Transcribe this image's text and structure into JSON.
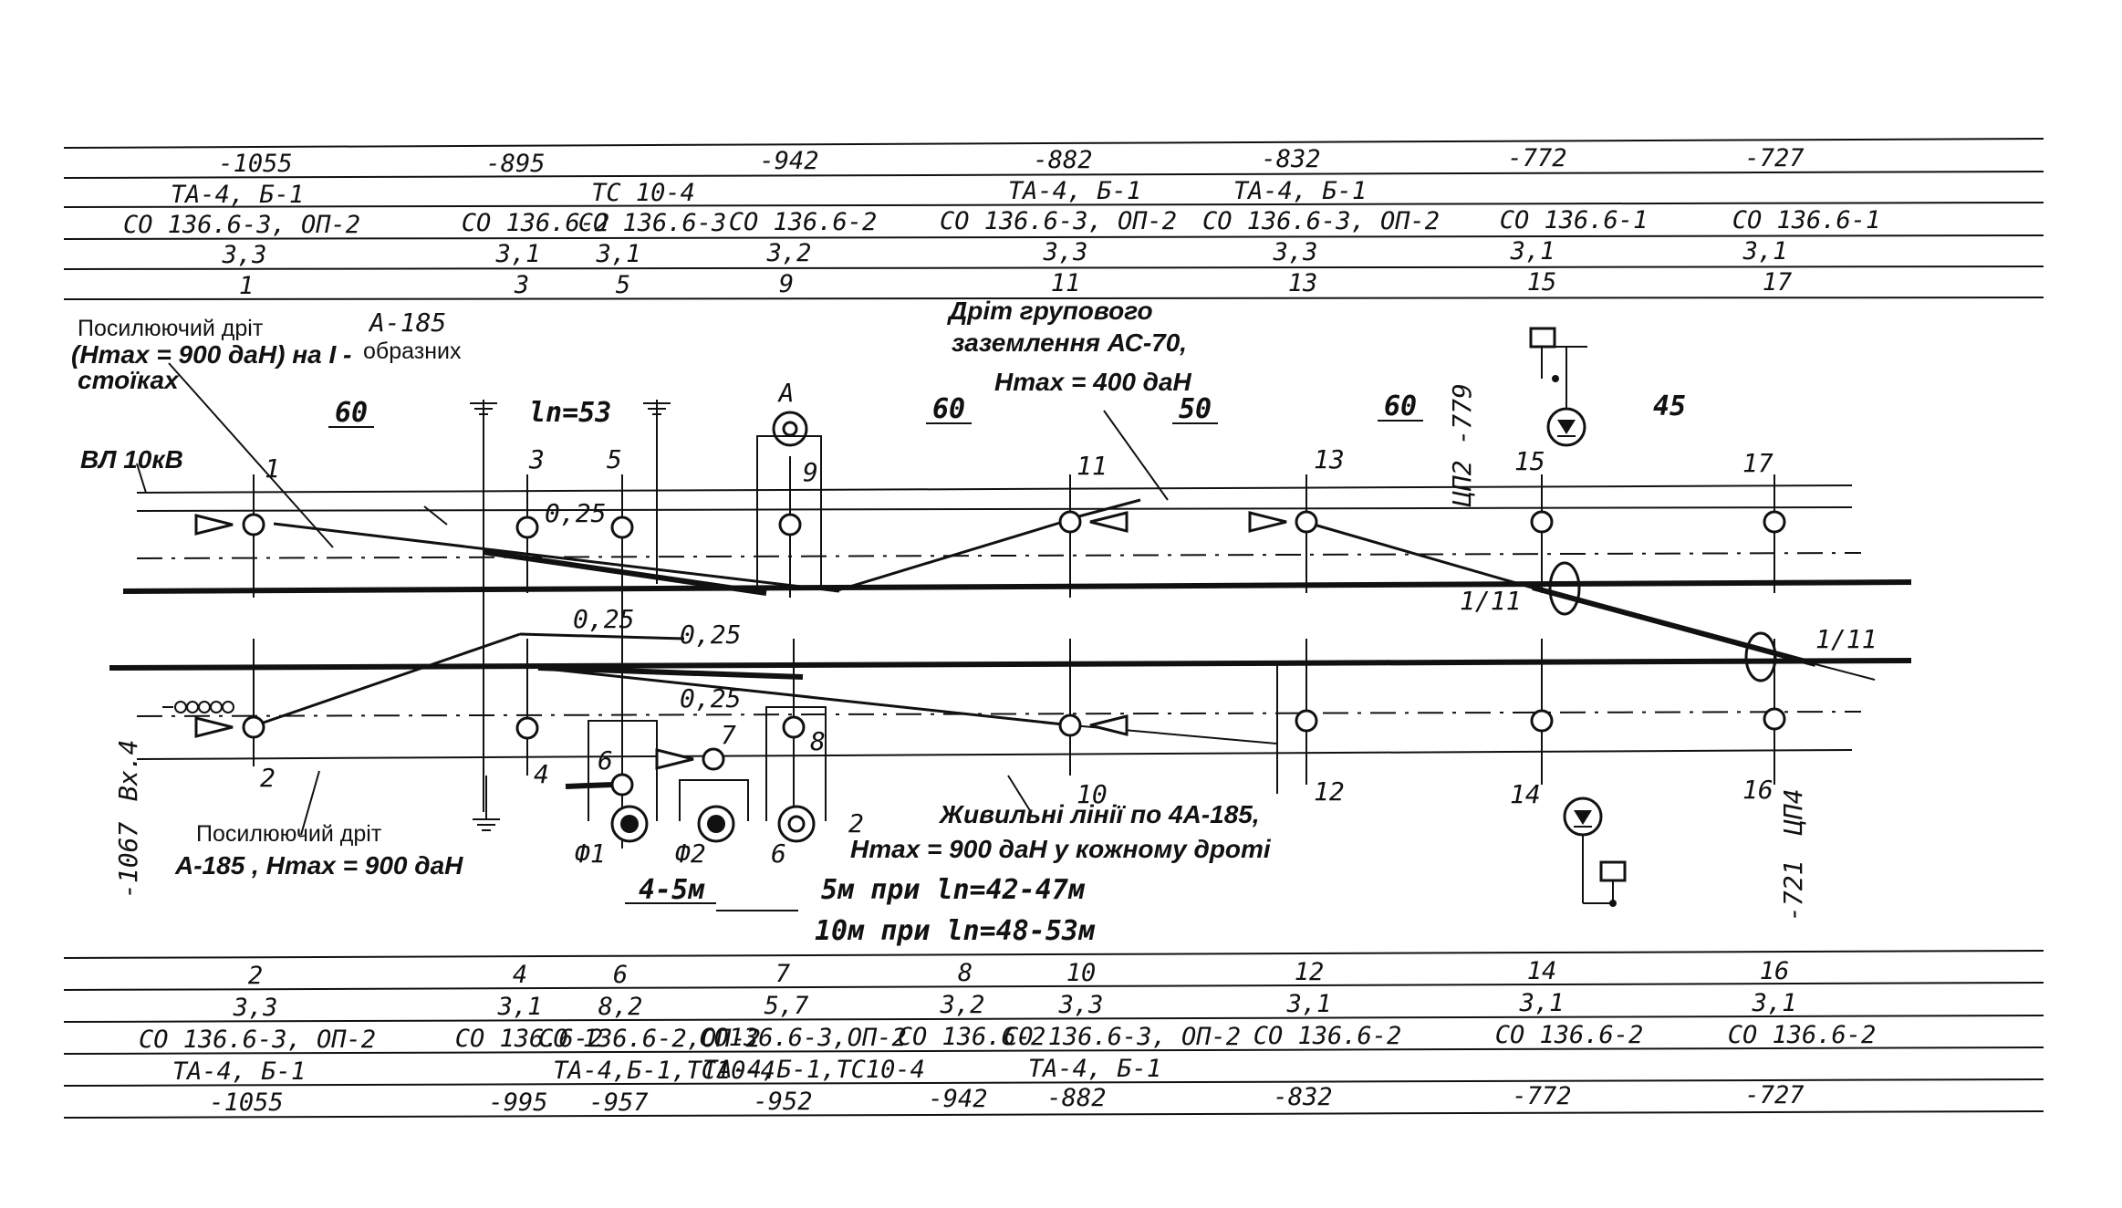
{
  "top_table": {
    "rows": [
      [
        "-1055",
        "-895",
        "",
        "-942",
        "-882",
        "-832",
        "-772",
        "-727"
      ],
      [
        "ТА-4, Б-1",
        "",
        "ТС 10-4",
        "",
        "ТА-4, Б-1",
        "ТА-4, Б-1",
        "",
        ""
      ],
      [
        "СО 136.6-3, ОП-2",
        "СО 136.6-2",
        "СО 136.6-3",
        "СО 136.6-2",
        "СО 136.6-3, ОП-2",
        "СО 136.6-3, ОП-2",
        "СО 136.6-1",
        "СО 136.6-1"
      ],
      [
        "3,3",
        "3,1",
        "3,1",
        "3,2",
        "3,3",
        "3,3",
        "3,1",
        "3,1"
      ],
      [
        "1",
        "3",
        "5",
        "9",
        "11",
        "13",
        "15",
        "17"
      ]
    ]
  },
  "bottom_table": {
    "rows": [
      [
        "2",
        "4",
        "6",
        "7",
        "8",
        "10",
        "12",
        "14",
        "16"
      ],
      [
        "3,3",
        "3,1",
        "8,2",
        "5,7",
        "3,2",
        "3,3",
        "3,1",
        "3,1",
        "3,1"
      ],
      [
        "СО 136.6-3, ОП-2",
        "СО 136.6-2",
        "СО 136.6-2,ОП-2",
        "СО136.6-3,ОП-2",
        "СО 136.6-2",
        "СО 136.6-3, ОП-2",
        "СО 136.6-2",
        "СО 136.6-2",
        "СО 136.6-2"
      ],
      [
        "ТА-4, Б-1",
        "",
        "ТА-4,Б-1,ТС10-4",
        "ТА-4,Б-1,ТС10-4",
        "",
        "ТА-4, Б-1",
        "",
        "",
        ""
      ],
      [
        "-1055",
        "-995",
        "-957",
        "-952",
        "-942",
        "-882",
        "-832",
        "-772",
        "-727"
      ]
    ]
  },
  "labels": {
    "reinforcing_top_1": "Посилюючий дріт",
    "reinforcing_top_2": "(Hmax = 900 даН) на I -",
    "reinforcing_top_3": "стоїках",
    "a185": "А-185",
    "shaped": "образних",
    "ground_1": "Дріт групового",
    "ground_2": "заземлення   АС-70,",
    "ground_3": "Hmax = 400 даН",
    "vl": "ВЛ 10кВ",
    "ln53": "ln=53",
    "v025a": "0,25",
    "v025b": "0,25",
    "v025c": "0,25",
    "v025d": "0,25",
    "point_a": "А",
    "cp2": "ЦП2 -779",
    "cp4": "ЦП4",
    "m721": "-721",
    "m1067": "-1067",
    "vx4": "Вх.4",
    "j111a": "1/11",
    "j111b": "1/11",
    "reinf_bot_1": "Посилюючий дріт",
    "reinf_bot_2": "А-185 , Hmax = 900 даН",
    "feed_1": "Живильні лінії  по 4А-185,",
    "feed_2": "Hmax = 900 даН  у кожному дроті",
    "f1": "Ф1",
    "f2": "Ф2",
    "b6": "6",
    "n2": "2",
    "dist45": "4-5м",
    "note5": "5м при ln=42-47м",
    "note10": "10м при ln=48-53м"
  },
  "spans": [
    "60",
    "60",
    "50",
    "60",
    "45"
  ],
  "poles": [
    "1",
    "2",
    "3",
    "4",
    "5",
    "6",
    "7",
    "8",
    "9",
    "10",
    "11",
    "12",
    "13",
    "14",
    "15",
    "16",
    "17"
  ]
}
